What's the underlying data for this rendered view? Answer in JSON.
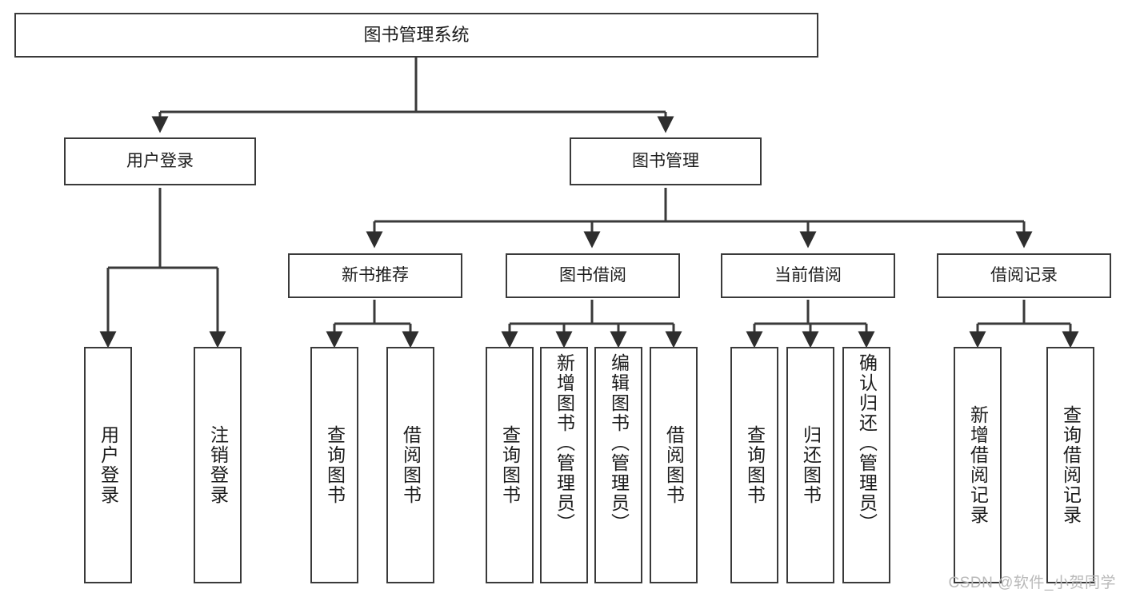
{
  "diagram": {
    "title": "图书管理系统",
    "type": "hierarchy-tree",
    "watermark": "CSDN @软件_小贺同学",
    "root": {
      "id": "root",
      "label": "图书管理系统",
      "orientation": "horizontal"
    },
    "level2": [
      {
        "id": "user-login",
        "label": "用户登录",
        "orientation": "horizontal"
      },
      {
        "id": "book-manage",
        "label": "图书管理",
        "orientation": "horizontal"
      }
    ],
    "level3": [
      {
        "id": "new-book-recommend",
        "label": "新书推荐",
        "orientation": "horizontal",
        "parent": "book-manage"
      },
      {
        "id": "book-borrow",
        "label": "图书借阅",
        "orientation": "horizontal",
        "parent": "book-manage"
      },
      {
        "id": "current-borrow",
        "label": "当前借阅",
        "orientation": "horizontal",
        "parent": "book-manage"
      },
      {
        "id": "borrow-record",
        "label": "借阅记录",
        "orientation": "horizontal",
        "parent": "book-manage"
      }
    ],
    "leaves": [
      {
        "id": "leaf-user-login",
        "label": "用户登录",
        "parent": "user-login"
      },
      {
        "id": "leaf-user-logout",
        "label": "注销登录",
        "parent": "user-login"
      },
      {
        "id": "leaf-query-book-1",
        "label": "查询图书",
        "parent": "new-book-recommend"
      },
      {
        "id": "leaf-borrow-book-1",
        "label": "借阅图书",
        "parent": "new-book-recommend"
      },
      {
        "id": "leaf-query-book-2",
        "label": "查询图书",
        "parent": "book-borrow"
      },
      {
        "id": "leaf-add-book",
        "label": "新增图书（管理员）",
        "parent": "book-borrow"
      },
      {
        "id": "leaf-edit-book",
        "label": "编辑图书（管理员）",
        "parent": "book-borrow"
      },
      {
        "id": "leaf-borrow-book-2",
        "label": "借阅图书",
        "parent": "book-borrow"
      },
      {
        "id": "leaf-query-book-3",
        "label": "查询图书",
        "parent": "current-borrow"
      },
      {
        "id": "leaf-return-book",
        "label": "归还图书",
        "parent": "current-borrow"
      },
      {
        "id": "leaf-confirm-return",
        "label": "确认归还（管理员）",
        "parent": "current-borrow"
      },
      {
        "id": "leaf-add-record",
        "label": "新增借阅记录",
        "parent": "borrow-record"
      },
      {
        "id": "leaf-query-record",
        "label": "查询借阅记录",
        "parent": "borrow-record"
      }
    ],
    "colors": {
      "stroke": "#3a3a3a",
      "fill": "#ffffff",
      "text": "#1c1c1c",
      "watermark": "#b9b9b9"
    }
  }
}
